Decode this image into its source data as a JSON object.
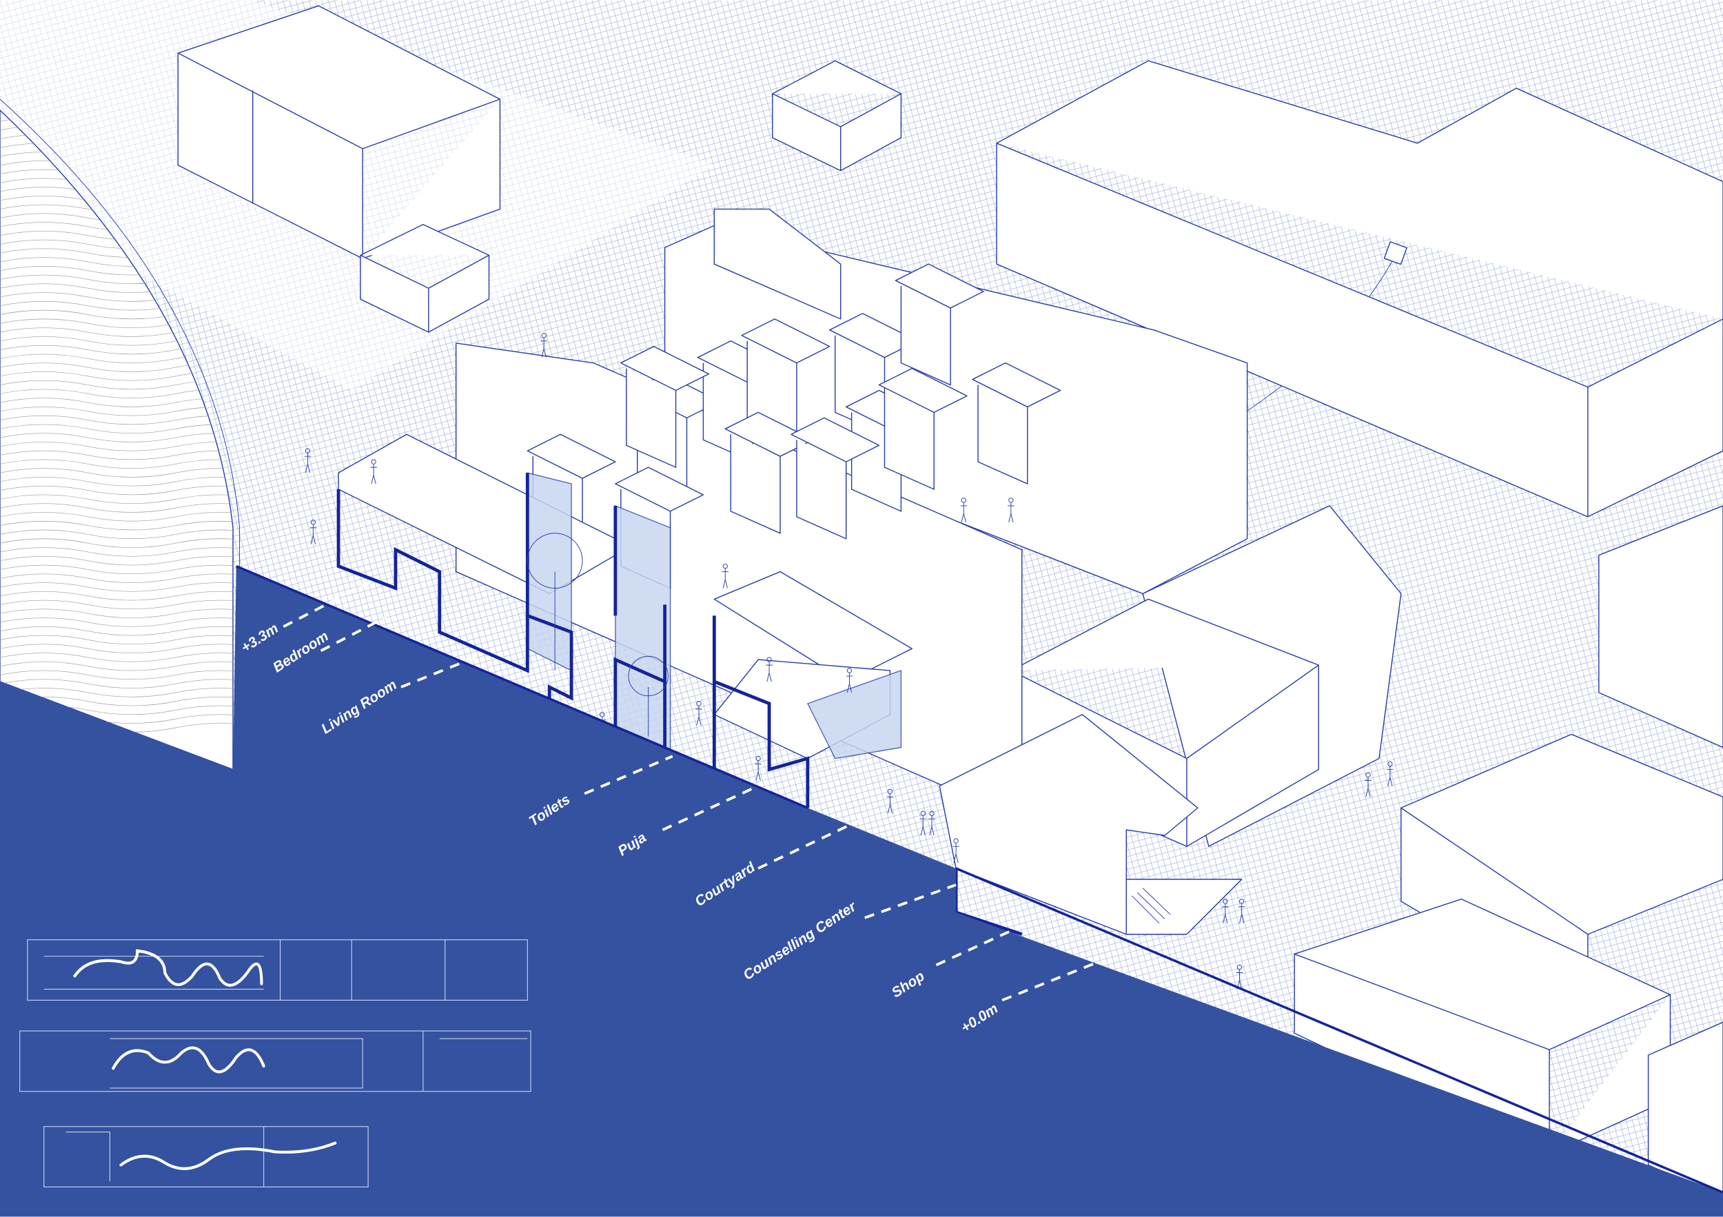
{
  "title": "Axonometric section of housing cluster",
  "colors": {
    "section_blue": "#3452a0",
    "line_blue": "#2a3fa8",
    "glass": "#c7d6f0"
  },
  "levels": {
    "top": "+3.3m",
    "ground": "+0.0m"
  },
  "spaces": [
    "Bedroom",
    "Living Room",
    "Toilets",
    "Puja",
    "Courtyard",
    "Counselling Center",
    "Shop"
  ]
}
